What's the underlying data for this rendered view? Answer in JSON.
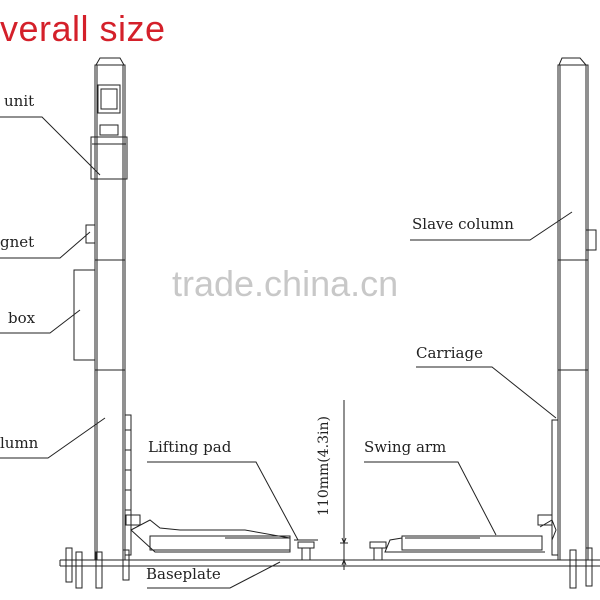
{
  "title": "verall size",
  "watermark": "trade.china.cn",
  "labels": {
    "power_unit": "unit",
    "magnet": "gnet",
    "control_box": "box",
    "main_column": "lumn",
    "slave_column": "Slave column",
    "carriage": "Carriage",
    "lifting_pad": "Lifting pad",
    "swing_arm": "Swing arm",
    "baseplate": "Baseplate",
    "pad_height": "110mm(4.3in)"
  },
  "colors": {
    "title": "#d4202a",
    "line": "#222222",
    "watermark": "#c8c8c8"
  }
}
